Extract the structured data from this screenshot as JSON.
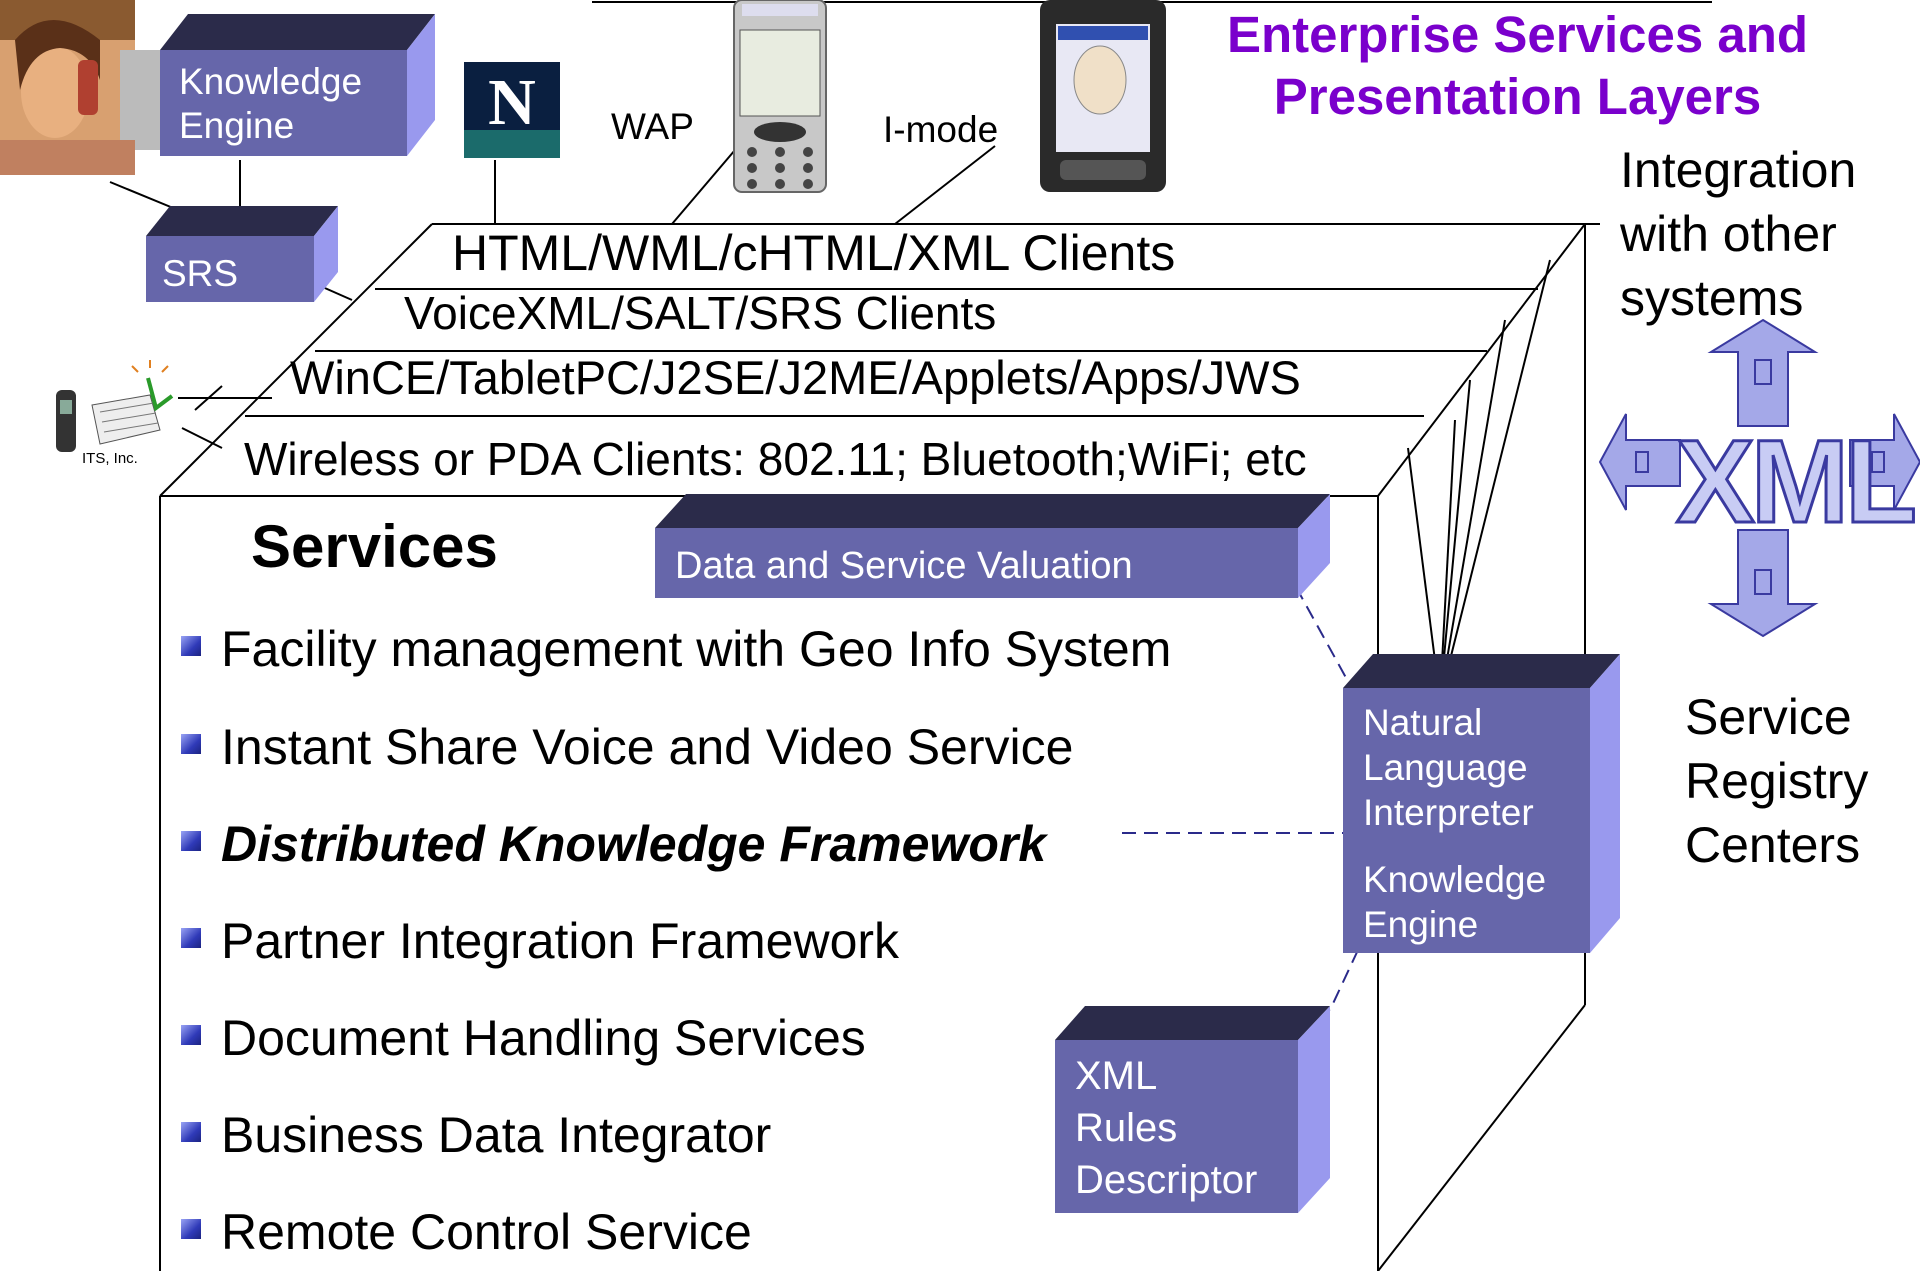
{
  "title": {
    "line1": "Enterprise Services and",
    "line2": "Presentation Layers"
  },
  "client_labels": {
    "wap": "WAP",
    "imode": "I-mode",
    "its": "ITS, Inc."
  },
  "boxes": {
    "knowledge_engine_top": [
      "Knowledge",
      "Engine"
    ],
    "srs": "SRS",
    "data_valuation": "Data and Service Valuation",
    "nli": [
      "Natural",
      "Language",
      "Interpreter",
      "Knowledge",
      "Engine"
    ],
    "xml_rules": [
      "XML",
      "Rules",
      "Descriptor"
    ]
  },
  "layers": [
    "HTML/WML/cHTML/XML Clients",
    "VoiceXML/SALT/SRS Clients",
    "WinCE/TabletPC/J2SE/J2ME/Applets/Apps/JWS",
    "Wireless or PDA Clients: 802.11; Bluetooth;WiFi; etc"
  ],
  "integration": [
    "Integration",
    "with other",
    "systems"
  ],
  "xml_logo": "XML",
  "registry": [
    "Service",
    "Registry",
    "Centers"
  ],
  "services": {
    "heading": "Services",
    "items": [
      "Facility management with Geo Info System",
      "Instant Share Voice and Video Service",
      "Distributed Knowledge Framework",
      "Partner Integration Framework",
      "Document Handling Services",
      "Business Data Integrator",
      "Remote Control Service"
    ]
  },
  "colors": {
    "box_front": "#6666aa",
    "box_top": "#2b2b4a",
    "box_side": "#9999ee",
    "title": "#7a00cc"
  }
}
